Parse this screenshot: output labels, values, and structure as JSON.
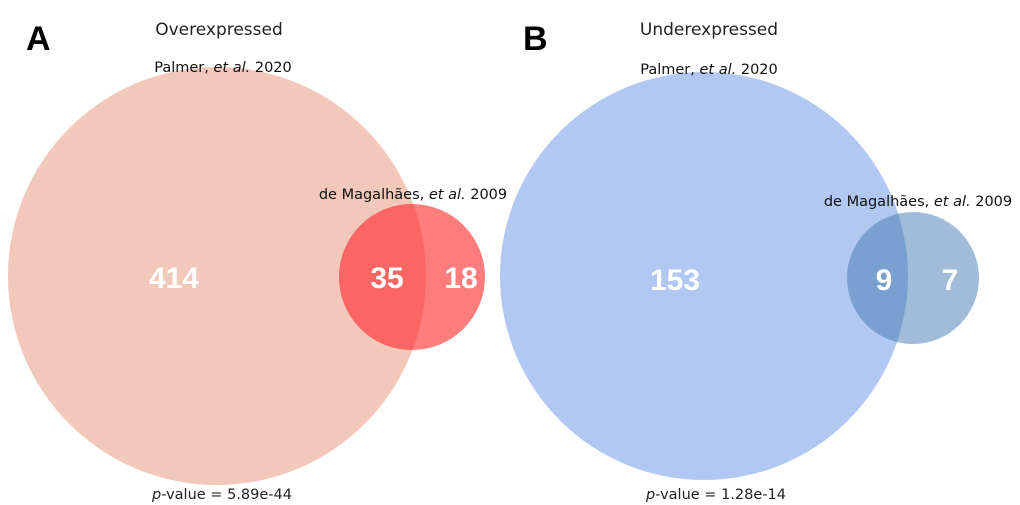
{
  "panels": [
    {
      "letter": "A",
      "title": "Overexpressed",
      "big_set": {
        "author": "Palmer,",
        "etal": "et al.",
        "year": "2020"
      },
      "small_set": {
        "author": "de Magalhães,",
        "etal": "et al.",
        "year": "2009"
      },
      "counts": {
        "big_only": "414",
        "overlap": "35",
        "small_only": "18"
      },
      "pvalue": {
        "prefix": "p",
        "text": "-value = 5.89e-44"
      },
      "colors": {
        "big": "#f2c8bb",
        "small": "#fd7c7c",
        "overlap": "#fb6564"
      }
    },
    {
      "letter": "B",
      "title": "Underexpressed",
      "big_set": {
        "author": "Palmer,",
        "etal": "et al.",
        "year": "2020"
      },
      "small_set": {
        "author": "de Magalhães,",
        "etal": "et al.",
        "year": "2009"
      },
      "counts": {
        "big_only": "153",
        "overlap": "9",
        "small_only": "7"
      },
      "pvalue": {
        "prefix": "p",
        "text": "-value = 1.28e-14"
      },
      "colors": {
        "big": "#b1c8f3",
        "small": "#a0bcd8",
        "overlap": "#7aa0d2"
      }
    }
  ]
}
